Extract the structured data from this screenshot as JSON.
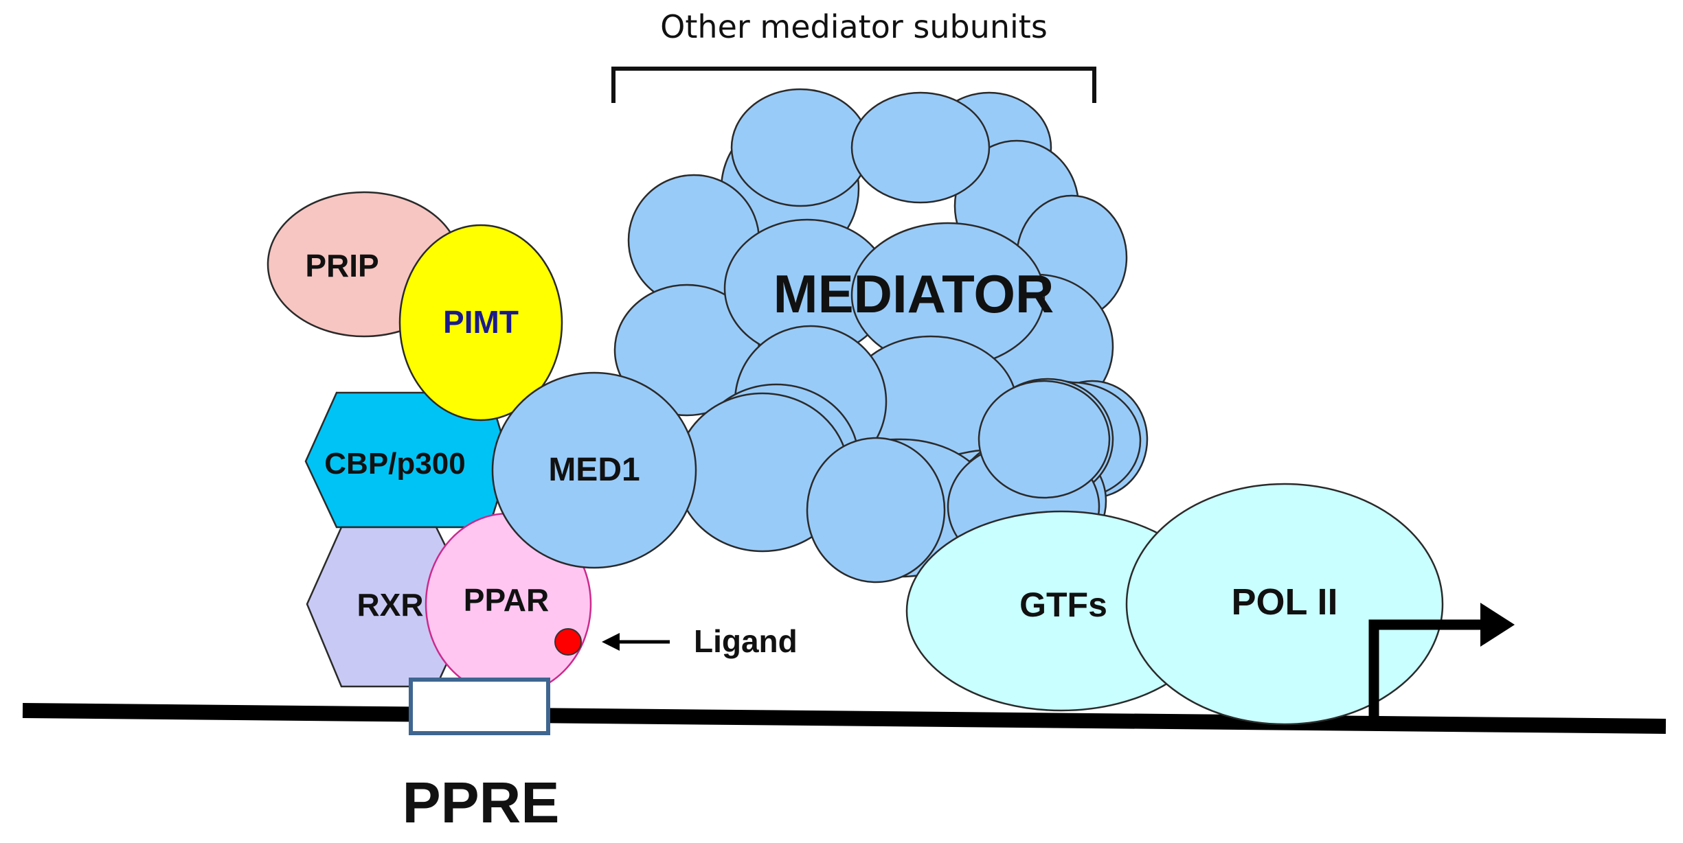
{
  "labels": {
    "other_subunits": "Other mediator subunits",
    "mediator": "MEDIATOR",
    "prip": "PRIP",
    "pimt": "PIMT",
    "cbp": "CBP/p300",
    "med1": "MED1",
    "rxr": "RXR",
    "ppar": "PPAR",
    "ligand": "Ligand",
    "gtfs": "GTFs",
    "pol2": "POL II",
    "ppre": "PPRE"
  },
  "colors": {
    "prip": "#f7c6c2",
    "pimt": "#ffff00",
    "pimt_text": "#1a1a8c",
    "cbp": "#00c3f5",
    "rxr": "#c9c9f5",
    "ppar": "#ffc6f2",
    "mediator_subunit": "#99cbf8",
    "gtfs": "#c9ffff",
    "pol2": "#c9ffff",
    "ligand": "#ff0000",
    "ppre_border": "#3e6690",
    "dna": "#000000"
  }
}
